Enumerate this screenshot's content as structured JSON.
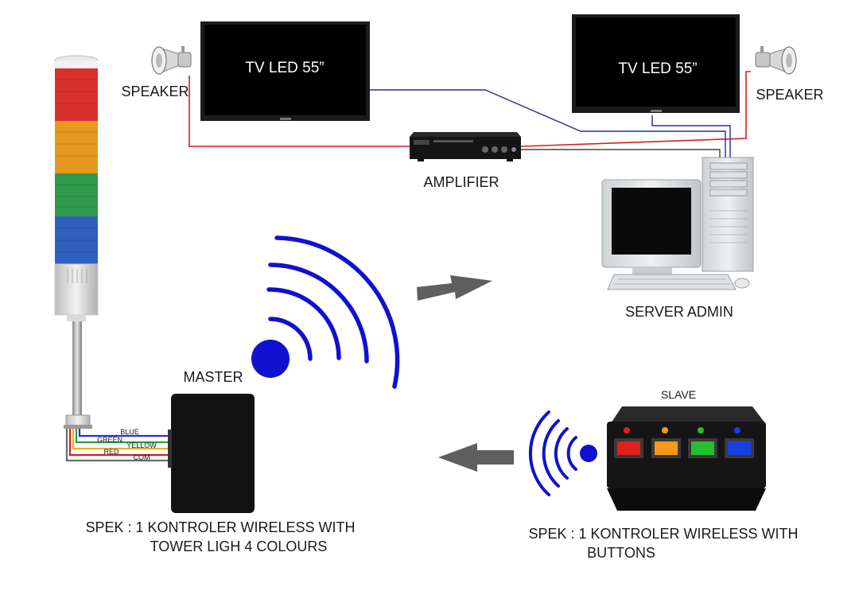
{
  "labels": {
    "tv_left": "TV LED 55”",
    "tv_right": "TV LED 55”",
    "speaker_left": "SPEAKER",
    "speaker_right": "SPEAKER",
    "amplifier": "AMPLIFIER",
    "server_admin": "SERVER ADMIN",
    "master": "MASTER",
    "slave": "SLAVE",
    "spec_master_line1": "SPEK : 1 KONTROLER WIRELESS WITH",
    "spec_master_line2": "TOWER LIGH 4 COLOURS",
    "spec_slave_line1": "SPEK : 1 KONTROLER WIRELESS WITH",
    "spec_slave_line2": "BUTTONS"
  },
  "wires": {
    "blue": "BLUE",
    "green": "GREEN",
    "yellow": "YELLOW",
    "red": "RED",
    "com": "COM"
  },
  "tower_light": {
    "segments": [
      {
        "name": "red",
        "color": "#d9302c"
      },
      {
        "name": "amber",
        "color": "#e59a1f"
      },
      {
        "name": "green",
        "color": "#2f9a4a"
      },
      {
        "name": "blue",
        "color": "#2f5fbf"
      }
    ]
  },
  "slave_buttons": [
    {
      "name": "red",
      "color": "#e02020"
    },
    {
      "name": "orange",
      "color": "#f59a1a"
    },
    {
      "name": "green",
      "color": "#22c02e"
    },
    {
      "name": "blue",
      "color": "#1a3fe0"
    }
  ],
  "colors": {
    "signal_blue": "#1010d0",
    "arrow_gray": "#5f5f5f",
    "wire_red": "#d42020",
    "wire_blue": "#2a2aa0"
  }
}
